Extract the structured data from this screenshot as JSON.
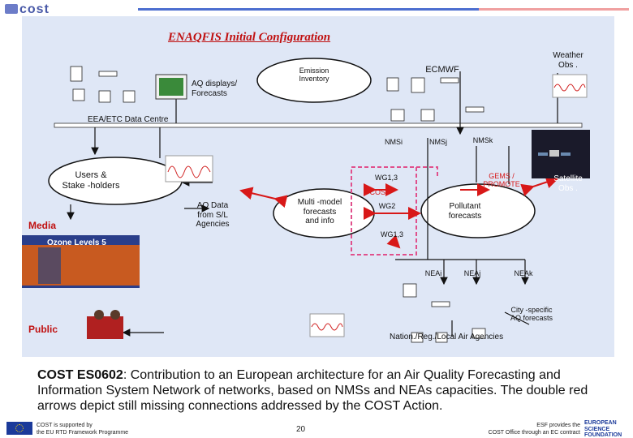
{
  "header": {
    "logo_text": "cost"
  },
  "diagram": {
    "title": "ENAQFIS Initial Configuration",
    "labels": {
      "weather_obs": "Weather\nObs .",
      "ecmwf": "ECMWF",
      "emission_inventory": "Emission\nInventory",
      "aq_displays": "AQ displays/\nForecasts",
      "eea_etc": "EEA/ETC Data Centre",
      "nms_i": "NMSi",
      "nms_j": "NMSj",
      "nms_k": "NMSk",
      "users_stakeholders": "Users &\nStake  -holders",
      "media": "Media",
      "aq_data": "AQ Data\nfrom S/L\nAgencies",
      "multi_model": "Multi  -model\nforecasts\nand info",
      "wg13_top": "WG1,3",
      "cost_label": "COST",
      "gems_promote": "GEMS /\nPROMOTE",
      "satellite_obs": "Satellite\nObs .",
      "wg2": "WG2",
      "pollutant_forecasts": "Pollutant\nforecasts",
      "wg13_bottom": "WG1,3",
      "nea_i": "NEAi",
      "nea_j": "NEAj",
      "nea_k": "NEAk",
      "city_specific": "City  -specific\nAQ forecasts",
      "public": "Public",
      "agencies": "Nation./Reg./Local Air Agencies",
      "ozone_banner": "Ozone Levels 5"
    },
    "colors": {
      "background": "#dfe7f6",
      "arrow_red": "#d81818",
      "ellipse_fill": "#ffffff",
      "ellipse_stroke": "#111111",
      "magenta_box": "#e0508c"
    }
  },
  "caption": {
    "bold": "COST ES0602",
    "text": ": Contribution to an European architecture for an Air Quality Forecasting and Information System Network of networks, based on NMSs and NEAs capacities. The double red arrows depict still missing connections addressed by the COST Action."
  },
  "footer": {
    "left_line1": "COST is supported by",
    "left_line2": "the EU RTD Framework Programme",
    "page": "20",
    "right_line1": "ESF provides the",
    "right_line2": "COST Office through an EC contract",
    "esf_logo": "EUROPEAN\nSCIENCE\nFOUNDATION"
  }
}
